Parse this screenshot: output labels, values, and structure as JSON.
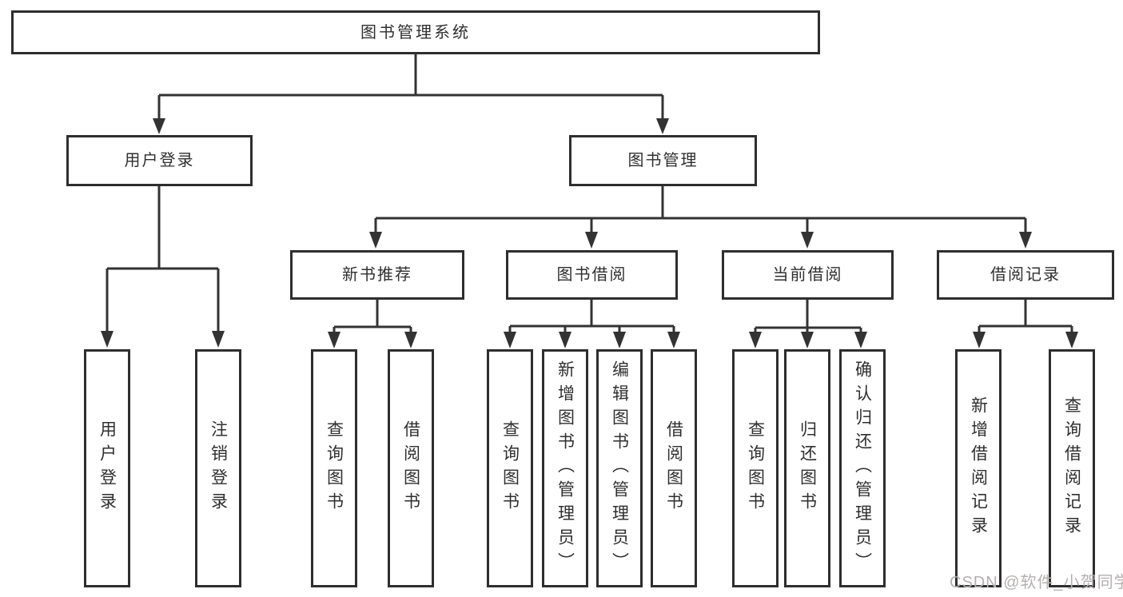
{
  "tree": {
    "root": {
      "label": "图书管理系统"
    },
    "branches": [
      {
        "label": "用户登录",
        "children": [
          {
            "label": "用户登录"
          },
          {
            "label": "注销登录"
          }
        ]
      },
      {
        "label": "图书管理",
        "children": [
          {
            "label": "新书推荐",
            "children": [
              {
                "label": "查询图书"
              },
              {
                "label": "借阅图书"
              }
            ]
          },
          {
            "label": "图书借阅",
            "children": [
              {
                "label": "查询图书"
              },
              {
                "label": "新增图书（管理员）"
              },
              {
                "label": "编辑图书（管理员）"
              },
              {
                "label": "借阅图书"
              }
            ]
          },
          {
            "label": "当前借阅",
            "children": [
              {
                "label": "查询图书"
              },
              {
                "label": "归还图书"
              },
              {
                "label": "确认归还（管理员）"
              }
            ]
          },
          {
            "label": "借阅记录",
            "children": [
              {
                "label": "新增借阅记录"
              },
              {
                "label": "查询借阅记录"
              }
            ]
          }
        ]
      }
    ]
  },
  "watermark": "CSDN @软件_小贺同学",
  "colors": {
    "line": "#333333",
    "box_border": "#2e2e2e",
    "box_fill": "#ffffff",
    "text": "#2f2f2f",
    "background": "#ffffff",
    "watermark": "#b5b0b0"
  }
}
